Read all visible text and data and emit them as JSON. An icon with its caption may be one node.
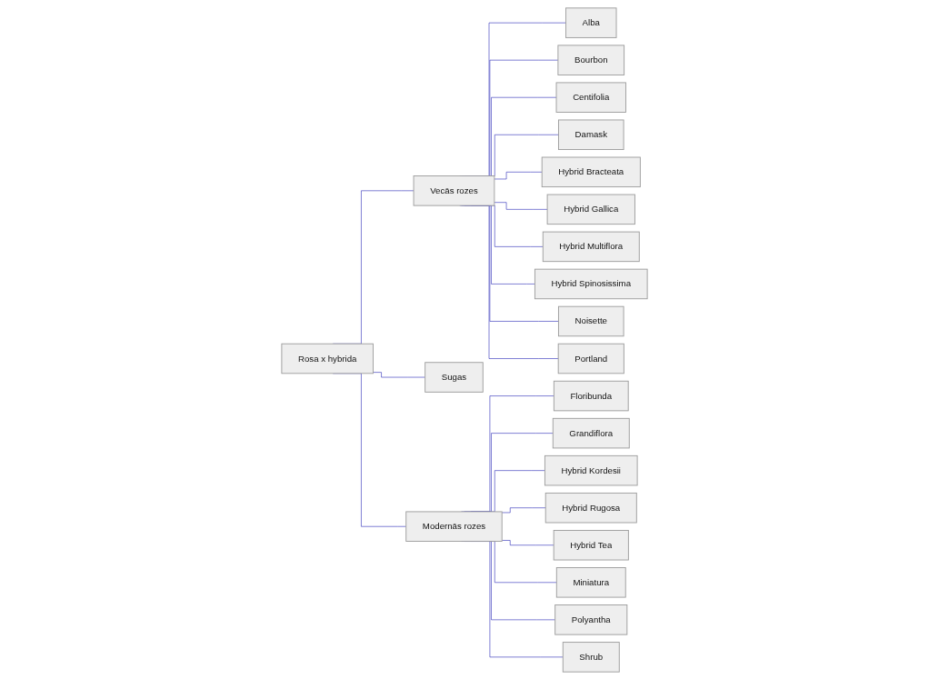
{
  "diagram": {
    "nodes": [
      {
        "text": [
          "Rosa x hybrida"
        ]
      },
      {
        "text": [
          "Vecās rozes"
        ]
      },
      {
        "text": [
          "Sugas"
        ]
      },
      {
        "text": [
          "Modernās rozes"
        ]
      },
      {
        "text": [
          "Alba"
        ]
      },
      {
        "text": [
          "Bourbon"
        ]
      },
      {
        "text": [
          "Centifolia"
        ]
      },
      {
        "text": [
          "Damask"
        ]
      },
      {
        "text": [
          "Hybrid Bracteata"
        ]
      },
      {
        "text": [
          "Hybrid Gallica"
        ]
      },
      {
        "text": [
          "Hybrid Multiflora"
        ]
      },
      {
        "text": [
          "Hybrid Spinosissima"
        ]
      },
      {
        "text": [
          "Noisette"
        ]
      },
      {
        "text": [
          "Portland"
        ]
      },
      {
        "text": [
          "Floribunda"
        ]
      },
      {
        "text": [
          "Grandiflora"
        ]
      },
      {
        "text": [
          "Hybrid Kordesii"
        ]
      },
      {
        "text": [
          "Hybrid Rugosa"
        ]
      },
      {
        "text": [
          "Hybrid Tea"
        ]
      },
      {
        "text": [
          "Miniatura"
        ]
      },
      {
        "text": [
          "Polyantha"
        ]
      },
      {
        "text": [
          "Shrub"
        ]
      }
    ],
    "edges": [
      {
        "from": 0,
        "to": 1,
        "arrow": "none"
      },
      {
        "from": 0,
        "to": 2,
        "arrow": "none"
      },
      {
        "from": 0,
        "to": 3,
        "arrow": "none"
      },
      {
        "from": 1,
        "to": 4,
        "arrow": "none"
      },
      {
        "from": 1,
        "to": 5,
        "arrow": "none"
      },
      {
        "from": 1,
        "to": 6,
        "arrow": "none"
      },
      {
        "from": 1,
        "to": 7,
        "arrow": "none"
      },
      {
        "from": 1,
        "to": 8,
        "arrow": "none"
      },
      {
        "from": 1,
        "to": 9,
        "arrow": "none"
      },
      {
        "from": 1,
        "to": 10,
        "arrow": "none"
      },
      {
        "from": 1,
        "to": 11,
        "arrow": "none"
      },
      {
        "from": 1,
        "to": 12,
        "arrow": "none"
      },
      {
        "from": 1,
        "to": 13,
        "arrow": "none"
      },
      {
        "from": 3,
        "to": 14,
        "arrow": "none"
      },
      {
        "from": 3,
        "to": 15,
        "arrow": "none"
      },
      {
        "from": 3,
        "to": 16,
        "arrow": "none"
      },
      {
        "from": 3,
        "to": 17,
        "arrow": "none"
      },
      {
        "from": 3,
        "to": 18,
        "arrow": "none"
      },
      {
        "from": 3,
        "to": 19,
        "arrow": "none"
      },
      {
        "from": 3,
        "to": 20,
        "arrow": "none"
      },
      {
        "from": 3,
        "to": 21,
        "arrow": "none"
      }
    ]
  }
}
